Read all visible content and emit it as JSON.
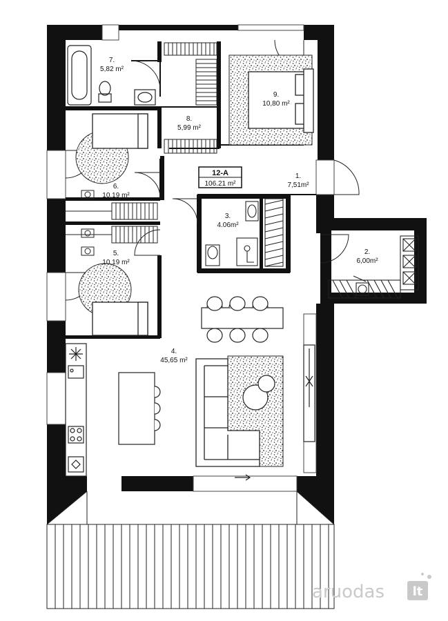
{
  "unit": {
    "code": "12-A",
    "total_area": "106.21 m²"
  },
  "rooms": [
    {
      "id": "1",
      "num": "1.",
      "area": "7,51m²"
    },
    {
      "id": "2",
      "num": "2.",
      "area": "6,00m²"
    },
    {
      "id": "3",
      "num": "3.",
      "area": "4.06m²"
    },
    {
      "id": "4",
      "num": "4.",
      "area": "45,65 m²"
    },
    {
      "id": "5",
      "num": "5.",
      "area": "10,19 m²"
    },
    {
      "id": "6",
      "num": "6.",
      "area": "10,19 m²"
    },
    {
      "id": "7",
      "num": "7.",
      "area": "5,82 m²"
    },
    {
      "id": "8",
      "num": "8.",
      "area": "5,99 m²"
    },
    {
      "id": "9",
      "num": "9.",
      "area": "10,80 m²"
    }
  ],
  "watermark": {
    "text": "aruodas",
    "suffix": "lt"
  },
  "colors": {
    "wall": "#111111",
    "terrace_line": "#222222",
    "watermark": "#c9c9c9"
  }
}
